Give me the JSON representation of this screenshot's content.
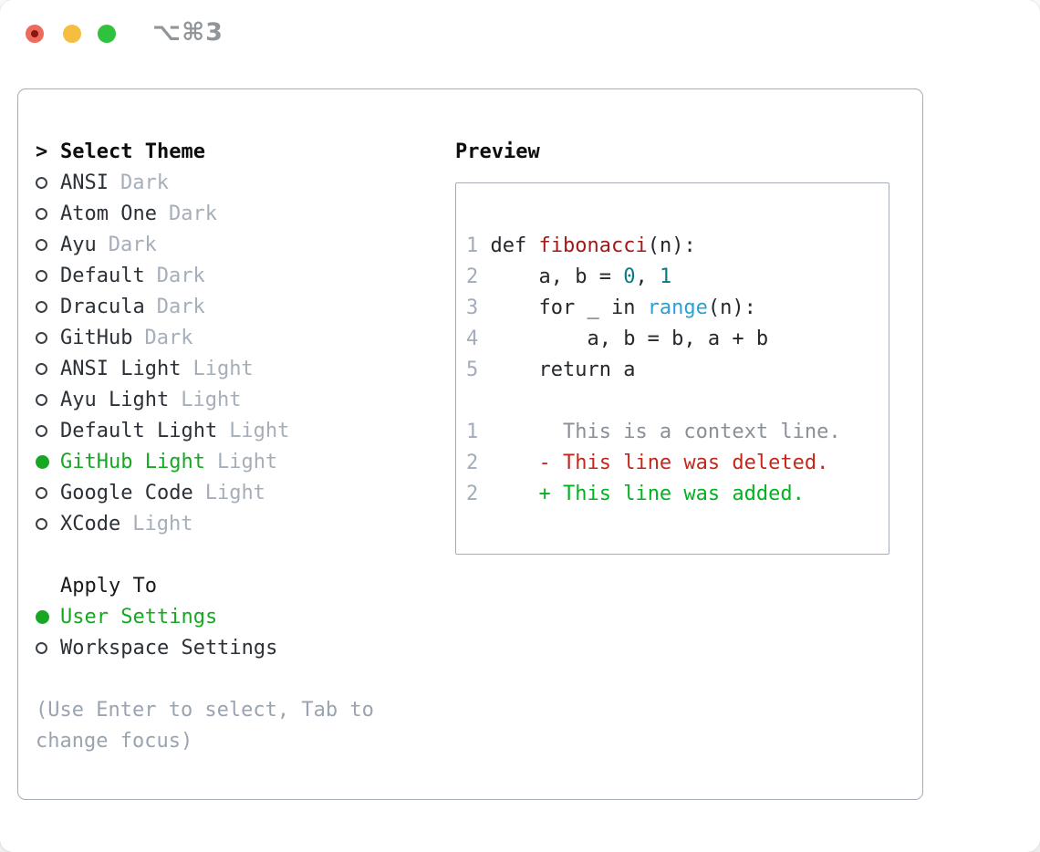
{
  "titlebar": {
    "title": "⌥⌘3"
  },
  "theme_panel": {
    "prompt": ">",
    "header": "Select Theme",
    "items": [
      {
        "name": "ANSI",
        "tag": "Dark",
        "selected": false
      },
      {
        "name": "Atom One",
        "tag": "Dark",
        "selected": false
      },
      {
        "name": "Ayu",
        "tag": "Dark",
        "selected": false
      },
      {
        "name": "Default",
        "tag": "Dark",
        "selected": false
      },
      {
        "name": "Dracula",
        "tag": "Dark",
        "selected": false
      },
      {
        "name": "GitHub",
        "tag": "Dark",
        "selected": false
      },
      {
        "name": "ANSI Light",
        "tag": "Light",
        "selected": false
      },
      {
        "name": "Ayu Light",
        "tag": "Light",
        "selected": false
      },
      {
        "name": "Default Light",
        "tag": "Light",
        "selected": false
      },
      {
        "name": "GitHub Light",
        "tag": "Light",
        "selected": true
      },
      {
        "name": "Google Code",
        "tag": "Light",
        "selected": false
      },
      {
        "name": "XCode",
        "tag": "Light",
        "selected": false
      }
    ]
  },
  "apply_panel": {
    "header": "Apply To",
    "items": [
      {
        "name": "User Settings",
        "selected": true
      },
      {
        "name": "Workspace Settings",
        "selected": false
      }
    ]
  },
  "footer": {
    "lines": [
      "(Use Enter to select, Tab to",
      "change focus)"
    ]
  },
  "preview": {
    "header": "Preview",
    "code_lines": [
      {
        "num": "1",
        "segments": [
          {
            "t": "def ",
            "c": "plain"
          },
          {
            "t": "fibonacci",
            "c": "func"
          },
          {
            "t": "(n):",
            "c": "plain"
          }
        ]
      },
      {
        "num": "2",
        "segments": [
          {
            "t": "    a, b = ",
            "c": "plain"
          },
          {
            "t": "0",
            "c": "num"
          },
          {
            "t": ", ",
            "c": "plain"
          },
          {
            "t": "1",
            "c": "num"
          }
        ]
      },
      {
        "num": "3",
        "segments": [
          {
            "t": "    for _ in ",
            "c": "plain"
          },
          {
            "t": "range",
            "c": "builtin"
          },
          {
            "t": "(n):",
            "c": "plain"
          }
        ]
      },
      {
        "num": "4",
        "segments": [
          {
            "t": "        a, b = b, a + b",
            "c": "plain"
          }
        ]
      },
      {
        "num": "5",
        "segments": [
          {
            "t": "    return a",
            "c": "plain"
          }
        ]
      }
    ],
    "diff_lines": [
      {
        "num": "1",
        "marker": " ",
        "text": "This is a context line.",
        "kind": "context"
      },
      {
        "num": "2",
        "marker": "-",
        "text": "This line was deleted.",
        "kind": "deleted"
      },
      {
        "num": "2",
        "marker": "+",
        "text": "This line was added.",
        "kind": "added"
      }
    ]
  },
  "colors": {
    "accent_green": "#16a822",
    "added_green": "#00b41f",
    "deleted_red": "#c5271a",
    "function_red": "#a31919",
    "number_teal": "#0a7b84",
    "builtin_blue": "#2aa0d5",
    "line_number_gray": "#a2acba",
    "muted_gray": "#a6aeb9",
    "border_gray": "#a6adb6",
    "traffic_red": "#ed6a5e",
    "traffic_yellow": "#f6be40",
    "traffic_green": "#2ec23e"
  }
}
